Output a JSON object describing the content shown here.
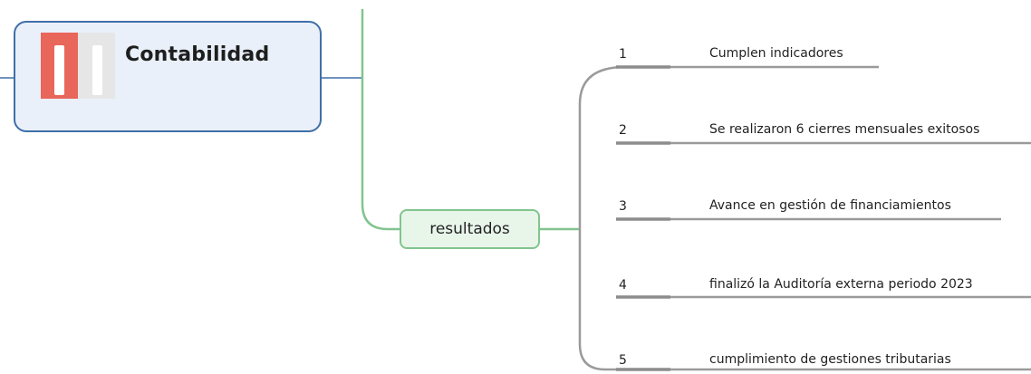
{
  "root": {
    "label": "Contabilidad",
    "icon": "progress-bar-icon",
    "progress": 0.5
  },
  "branch": {
    "label": "resultados"
  },
  "items": [
    {
      "number": "1",
      "text": "Cumplen indicadores"
    },
    {
      "number": "2",
      "text": "Se realizaron 6 cierres mensuales exitosos"
    },
    {
      "number": "3",
      "text": "Avance en gestión de financiamientos"
    },
    {
      "number": "4",
      "text": "finalizó la Auditoría externa periodo 2023"
    },
    {
      "number": "5",
      "text": "cumplimiento de gestiones tributarias"
    }
  ],
  "colors": {
    "root_border": "#3f6fa8",
    "root_fill": "#e9f0fa",
    "branch_border": "#82c48f",
    "branch_fill": "#e8f6ea",
    "connector_green": "#82c48f",
    "connector_blue": "#3f6fa8",
    "connector_gray": "#9a9a9a",
    "progress_filled": "#e8665a",
    "progress_empty": "#e6e6e6"
  }
}
